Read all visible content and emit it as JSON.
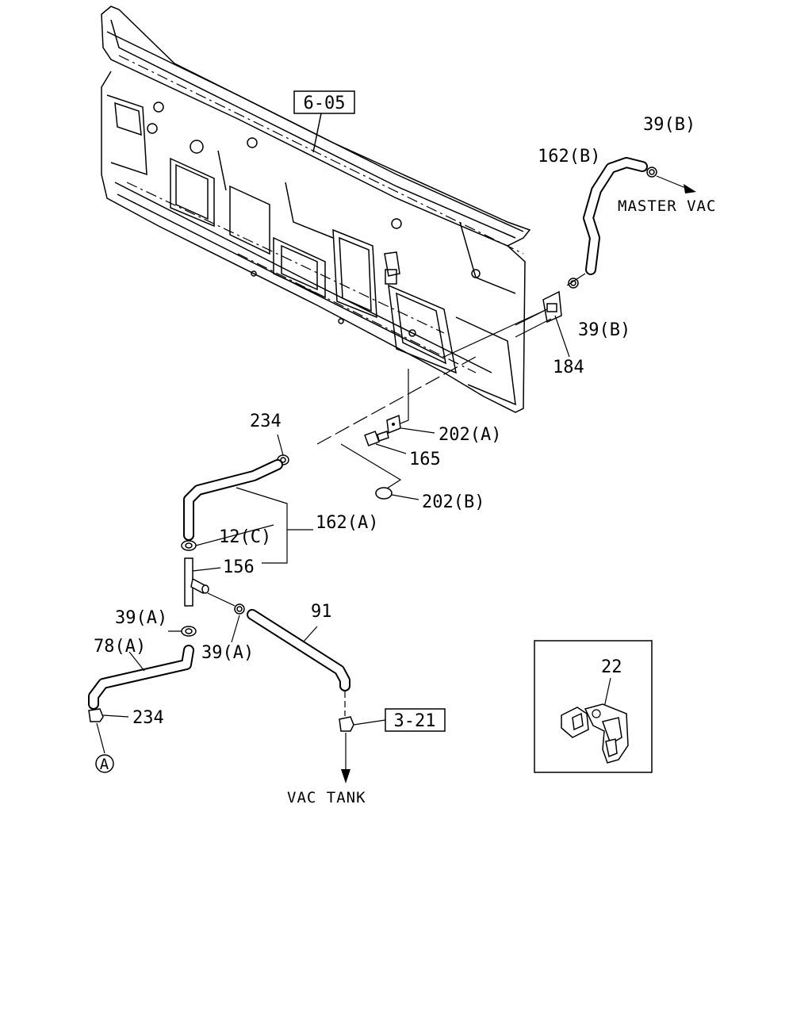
{
  "refs": {
    "section_6_05": "6-05",
    "section_3_21": "3-21"
  },
  "labels": {
    "p39b_top": "39(B)",
    "p162b": "162(B)",
    "master_vac": "MASTER VAC",
    "p39b_mid": "39(B)",
    "p184": "184",
    "p234_top": "234",
    "p202a": "202(A)",
    "p165": "165",
    "p202b": "202(B)",
    "p162a": "162(A)",
    "p12c": "12(C)",
    "p156": "156",
    "p91": "91",
    "p39a_left": "39(A)",
    "p39a_right": "39(A)",
    "p78a": "78(A)",
    "p234_bottom": "234",
    "circle_a": "A",
    "vac_tank": "VAC TANK",
    "p22": "22"
  }
}
